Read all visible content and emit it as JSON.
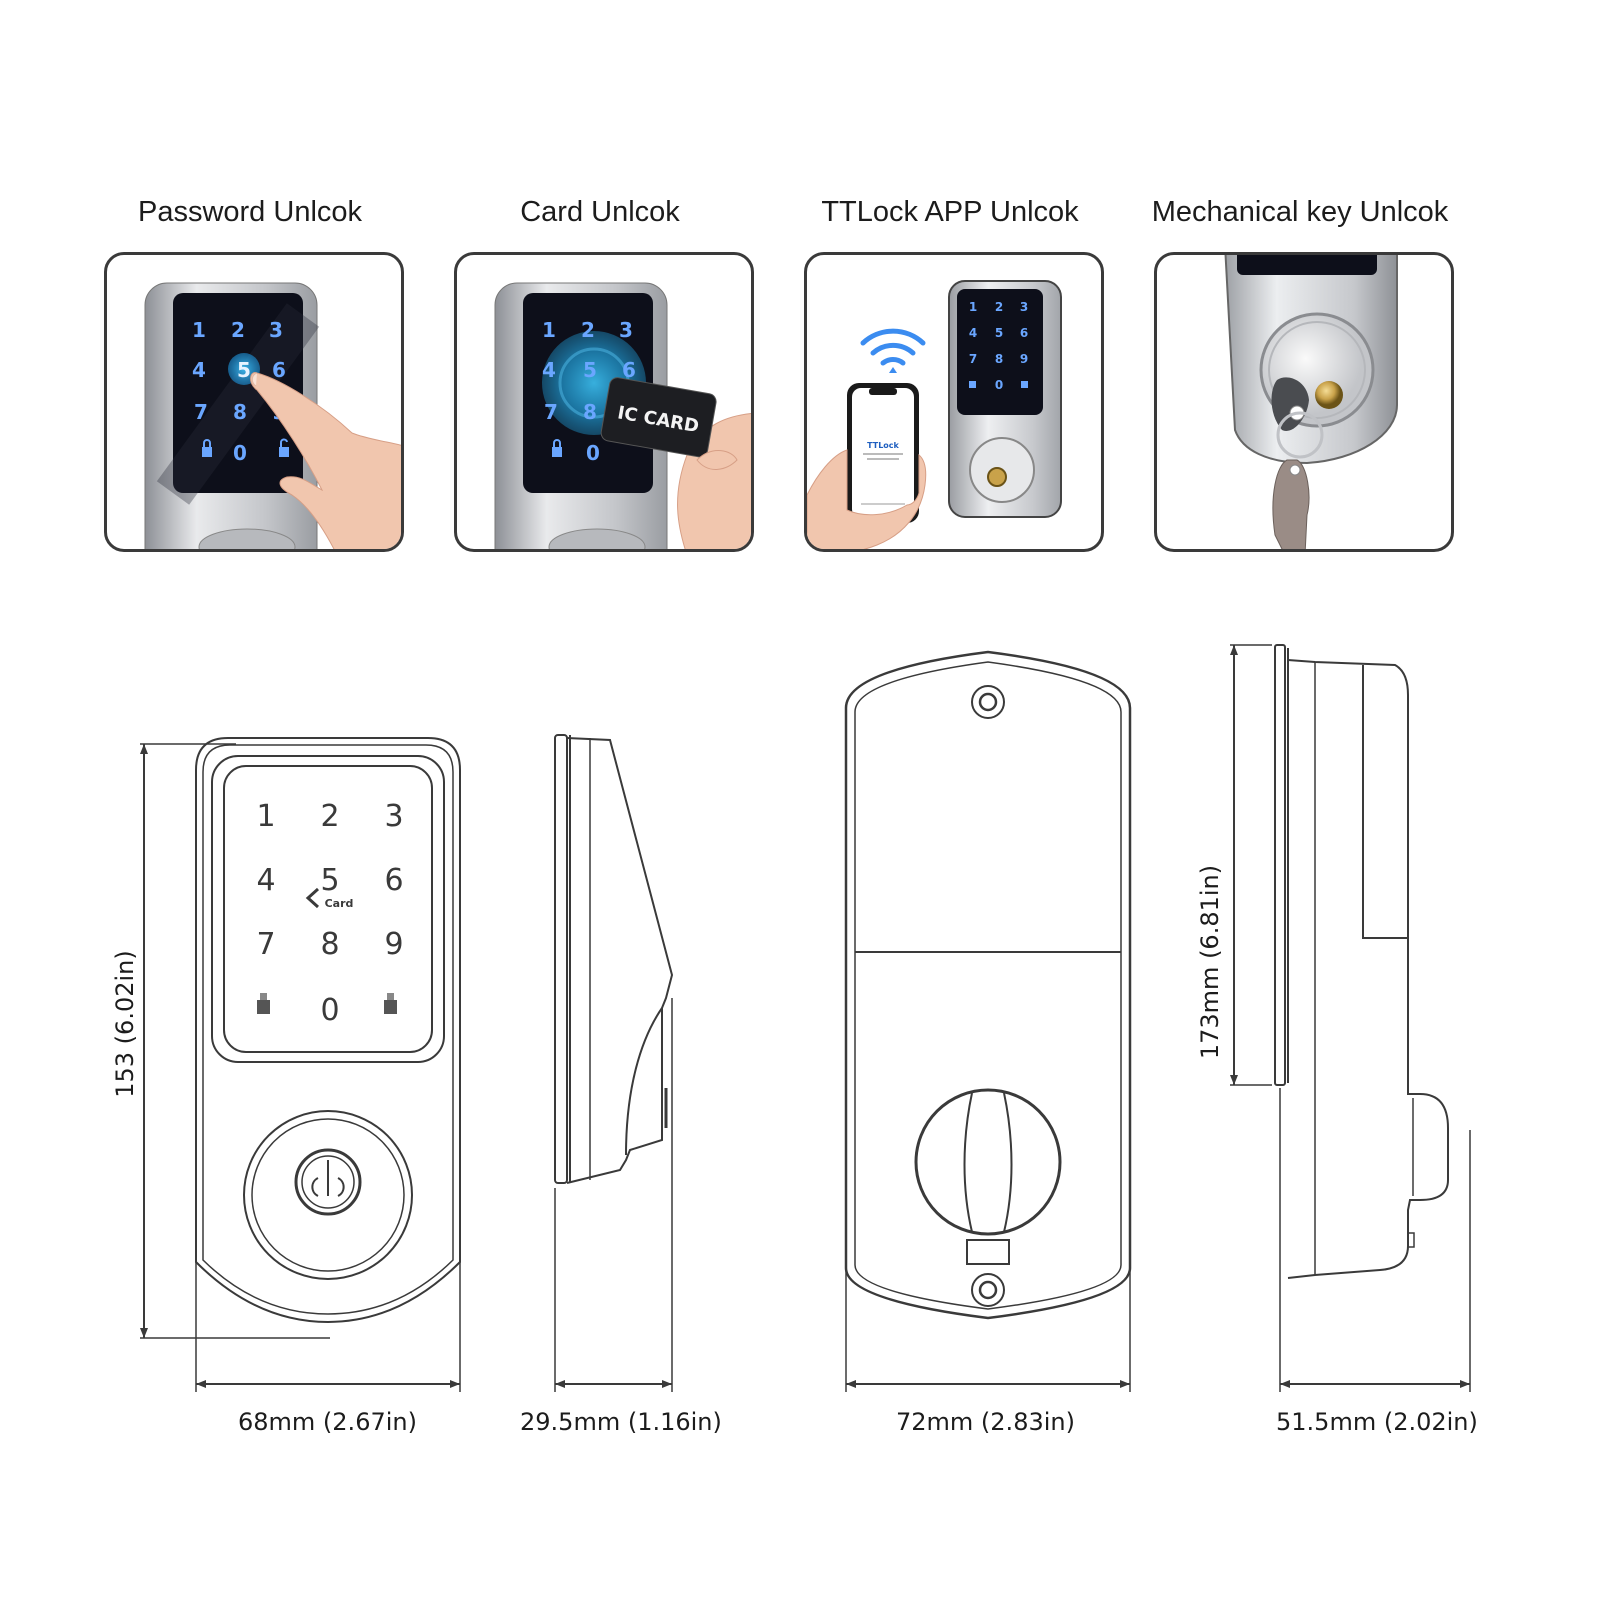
{
  "unlock_methods": [
    {
      "label": "Password Unlcok",
      "panel_icon": "finger-pressing-keypad-icon"
    },
    {
      "label": "Card Unlcok",
      "panel_icon": "ic-card-tap-icon",
      "card_text": "IC CARD"
    },
    {
      "label": "TTLock APP Unlcok",
      "panel_icon": "phone-wifi-app-icon",
      "app_name": "TTLock"
    },
    {
      "label": "Mechanical key Unlcok",
      "panel_icon": "key-in-cylinder-icon"
    }
  ],
  "keypad": {
    "keys": [
      "1",
      "2",
      "3",
      "4",
      "5",
      "6",
      "7",
      "8",
      "9",
      "lock",
      "0",
      "unlock"
    ],
    "card_symbol": "Card",
    "key_glow_color": "#2f7cff",
    "screen_color": "#0d0f1a"
  },
  "dimensions": {
    "front_height": "153 (6.02in)",
    "front_width": "68mm (2.67in)",
    "side_depth_exterior": "29.5mm (1.16in)",
    "interior_width": "72mm (2.83in)",
    "interior_height": "173mm (6.81in)",
    "side_depth_interior": "51.5mm (2.02in)"
  },
  "colors": {
    "line": "#3a3a3a",
    "panel_border": "#3a3a3a",
    "silver": "#c9cbcf",
    "wifi_blue": "#3b8cf0",
    "brass": "#c9a24a"
  }
}
